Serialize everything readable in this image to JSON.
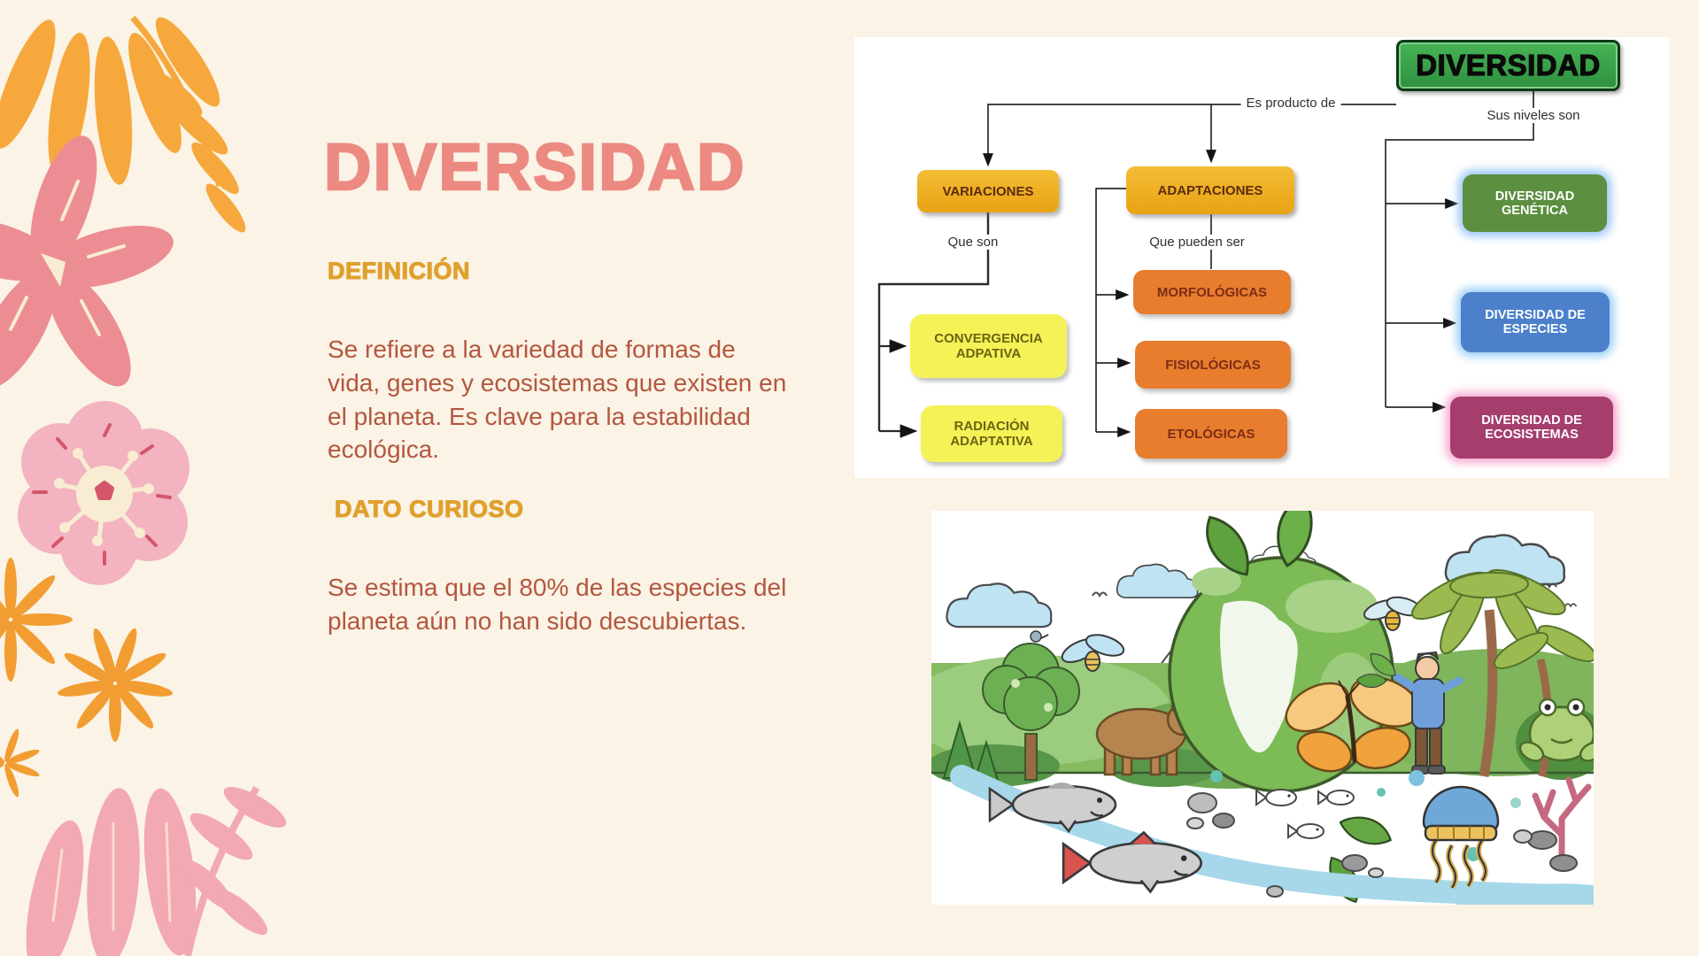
{
  "slide": {
    "title": "DIVERSIDAD",
    "background_color": "#faf3e6",
    "title_color": "#ec8a82",
    "heading_color": "#dfa02c",
    "body_text_color": "#b4573e"
  },
  "sections": {
    "definicion": {
      "heading": "DEFINICIÓN",
      "body": "Se refiere a la variedad de formas de vida, genes y ecosistemas que existen en el planeta. Es clave para la estabilidad ecológica."
    },
    "dato_curioso": {
      "heading": "DATO CURIOSO",
      "body": "Se estima que el 80% de las especies del planeta aún no han sido descubiertas."
    }
  },
  "concept_map": {
    "root": {
      "label": "DIVERSIDAD",
      "fill": "#3aa648"
    },
    "edge_labels": {
      "es_producto_de": "Es producto de",
      "sus_niveles_son": "Sus niveles son",
      "que_son": "Que son",
      "que_pueden_ser": "Que pueden ser"
    },
    "nodes": {
      "variaciones": {
        "label": "VARIACIONES",
        "fill": "#efae1f"
      },
      "adaptaciones": {
        "label": "ADAPTACIONES",
        "fill": "#efae1f"
      },
      "convergencia": {
        "label": "CONVERGENCIA ADPATIVA",
        "fill": "#f5f257"
      },
      "radiacion": {
        "label": "RADIACIÓN ADAPTATIVA",
        "fill": "#f5f257"
      },
      "morfologicas": {
        "label": "MORFOLÓGICAS",
        "fill": "#e87d2e"
      },
      "fisiologicas": {
        "label": "FISIOLÓGICAS",
        "fill": "#e87d2e"
      },
      "etologicas": {
        "label": "ETOLÓGICAS",
        "fill": "#e87d2e"
      },
      "genetica": {
        "label": "DIVERSIDAD GENÉTICA",
        "fill": "#5c8f3f"
      },
      "especies": {
        "label": "DIVERSIDAD DE ESPECIES",
        "fill": "#4c80ca"
      },
      "ecosistemas": {
        "label": "DIVERSIDAD DE ECOSISTEMAS",
        "fill": "#a53d6d"
      }
    }
  },
  "illustration": {
    "elements": [
      "clouds",
      "birds",
      "mountains",
      "forest-tree",
      "pine-trees",
      "bear",
      "earth-globe",
      "globe-leaves",
      "butterfly",
      "fly",
      "bee",
      "palm-tree",
      "person-holding-plant",
      "frog",
      "river",
      "salmon-fish",
      "small-fish",
      "stones",
      "jellyfish",
      "coral",
      "water-dots"
    ]
  },
  "decorations": {
    "elements": [
      "orange-leaf-branch",
      "pink-flower",
      "pink-blossom",
      "orange-star-flowers",
      "pink-leaf-branch"
    ],
    "colors": {
      "orange": "#f6a83d",
      "pink": "#ec8d93",
      "light_pink": "#f3b3c0",
      "cream": "#f8ecd2"
    }
  }
}
